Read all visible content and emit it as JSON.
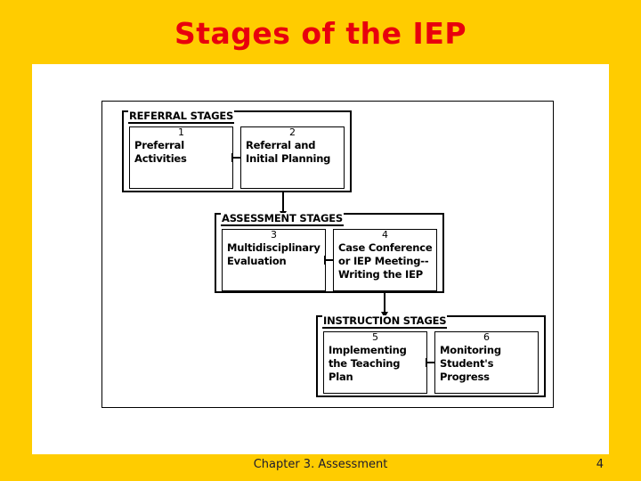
{
  "slide": {
    "title": "Stages of the IEP",
    "title_color": "#E8000D",
    "background_color": "#FFCC00",
    "panel_color": "#FFFFFF"
  },
  "footer": {
    "text": "Chapter 3. Assessment",
    "page_number": "4"
  },
  "diagram": {
    "type": "flowchart",
    "groups": [
      {
        "label": "REFERRAL STAGES",
        "boxes": [
          {
            "number": "1",
            "text": "Preferral Activities"
          },
          {
            "number": "2",
            "text": "Referral and Initial Planning"
          }
        ]
      },
      {
        "label": "ASSESSMENT STAGES",
        "boxes": [
          {
            "number": "3",
            "text": "Multidisciplinary Evaluation"
          },
          {
            "number": "4",
            "text": "Case Conference or IEP Meeting-- Writing the IEP"
          }
        ]
      },
      {
        "label": "INSTRUCTION STAGES",
        "boxes": [
          {
            "number": "5",
            "text": "Implementing the Teaching Plan"
          },
          {
            "number": "6",
            "text": "Monitoring Student's Progress"
          }
        ]
      }
    ]
  }
}
